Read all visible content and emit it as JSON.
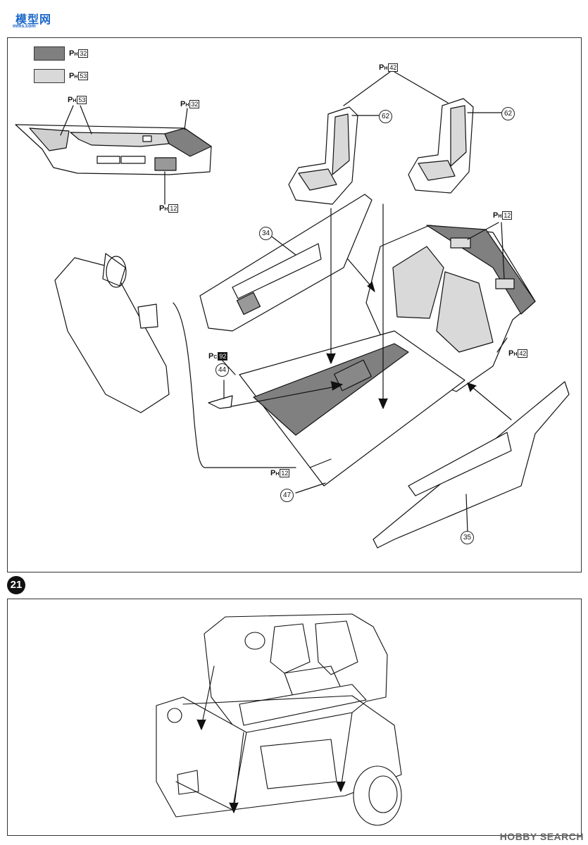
{
  "header": {
    "logo_text": "模型网",
    "logo_sub": "mms.com"
  },
  "step20": {
    "legend": [
      {
        "color": "#808080",
        "p": "P",
        "sub": "H",
        "code": "32"
      },
      {
        "color": "#d9d9d9",
        "p": "P",
        "sub": "H",
        "code": "53"
      }
    ],
    "tags": {
      "dash_53": {
        "p": "P",
        "sub": "H",
        "code": "53"
      },
      "dash_32": {
        "p": "P",
        "sub": "H",
        "code": "32"
      },
      "dash_12": {
        "p": "P",
        "sub": "H",
        "code": "12"
      },
      "seats_42": {
        "p": "P",
        "sub": "H",
        "code": "42"
      },
      "rear_12": {
        "p": "P",
        "sub": "H",
        "code": "12"
      },
      "rear_42": {
        "p": "P",
        "sub": "H",
        "code": "42"
      },
      "shift_92": {
        "p": "P",
        "sub": "C",
        "code": "92"
      },
      "floor_12": {
        "p": "P",
        "sub": "H",
        "code": "12"
      }
    },
    "parts": {
      "seat_left": "62",
      "seat_right": "62",
      "door_left": "34",
      "door_right": "35",
      "shift_knob": "44",
      "floor": "47"
    }
  },
  "step21": {
    "number": "21"
  },
  "watermark": "HOBBY SEARCH"
}
